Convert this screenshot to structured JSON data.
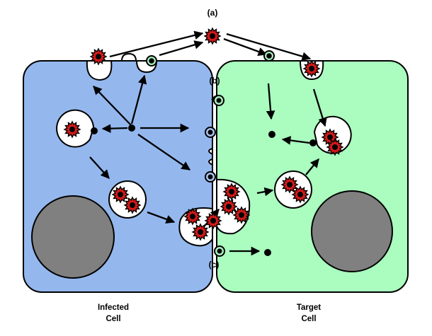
{
  "labels": {
    "a": "(a)",
    "b": "(b)",
    "c": "(c)"
  },
  "cells": {
    "infected": {
      "line1": "Infected",
      "line2": "Cell"
    },
    "target": {
      "line1": "Target",
      "line2": "Cell"
    }
  },
  "colors": {
    "infected_cell": "#94b8ee",
    "target_cell": "#aafcbf",
    "nucleus": "#808080",
    "virus": "#d61a1a",
    "particle": "#000000"
  }
}
